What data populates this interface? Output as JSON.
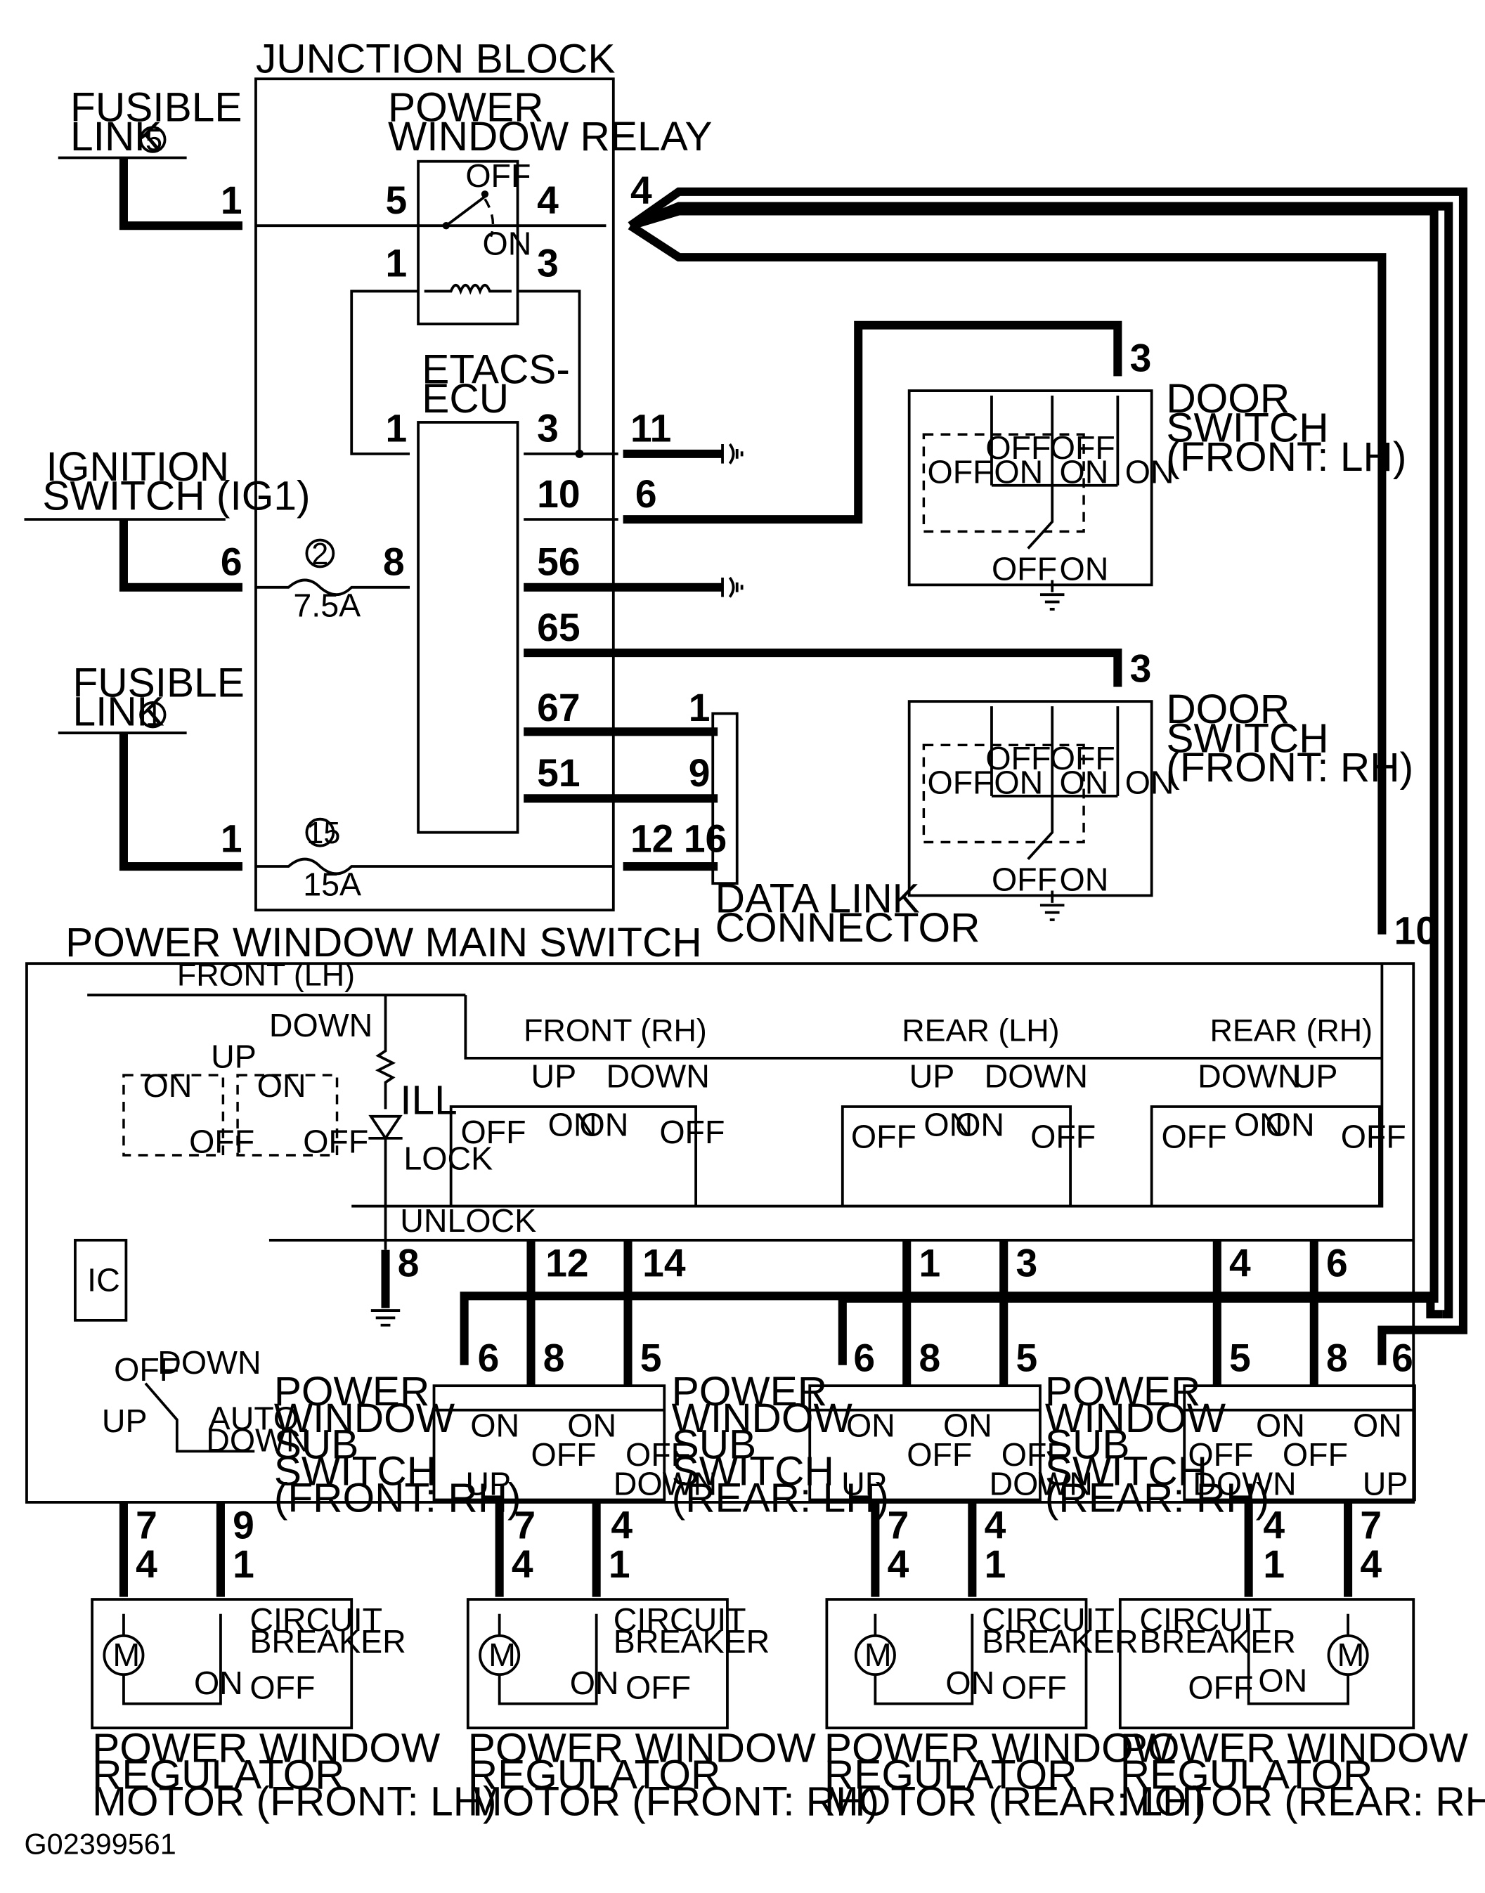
{
  "labels": {
    "junction_block": "JUNCTION BLOCK",
    "fusible_link_5_a": "FUSIBLE",
    "fusible_link_5_b": "LINK",
    "fusible_link_5_num": "5",
    "relay_a": "POWER",
    "relay_b": "WINDOW RELAY",
    "etacs_a": "ETACS-",
    "etacs_b": "ECU",
    "ign_a": "IGNITION",
    "ign_b": "SWITCH (IG1)",
    "fusible_link_1_a": "FUSIBLE",
    "fusible_link_1_b": "LINK",
    "fusible_link_1_num": "1",
    "fuse2_num": "2",
    "fuse2_val": "7.5A",
    "fuse15_num": "15",
    "fuse15_val": "15A",
    "door_lh_a": "DOOR",
    "door_lh_b": "SWITCH",
    "door_lh_c": "(FRONT: LH)",
    "door_rh_a": "DOOR",
    "door_rh_b": "SWITCH",
    "door_rh_c": "(FRONT: RH)",
    "dlc_a": "DATA LINK",
    "dlc_b": "CONNECTOR",
    "main_switch": "POWER WINDOW MAIN SWITCH",
    "front_lh": "FRONT (LH)",
    "front_rh": "FRONT (RH)",
    "rear_lh": "REAR (LH)",
    "rear_rh": "REAR (RH)",
    "ill": "ILL",
    "lock": "LOCK",
    "unlock": "UNLOCK",
    "ic": "IC",
    "auto_down_a": "AUTO",
    "auto_down_b": "DOWN",
    "sub_fr_a": "POWER",
    "sub_fr_b": "WINDOW",
    "sub_fr_c": "SUB",
    "sub_fr_d": "SWITCH",
    "sub_fr_e": "(FRONT: RH)",
    "sub_rl_e": "(REAR: LH)",
    "sub_rr_e": "(REAR: RH)",
    "cb_a": "CIRCUIT",
    "cb_b": "BREAKER",
    "motor_a": "POWER WINDOW",
    "motor_b": "REGULATOR",
    "motor_fl_c": "MOTOR (FRONT: LH)",
    "motor_fr_c": "MOTOR (FRONT: RH)",
    "motor_rl_c": "MOTOR (REAR: LH)",
    "motor_rr_c": "MOTOR (REAR: RH)",
    "m": "M",
    "code": "G02399561"
  },
  "states": {
    "on": "ON",
    "off": "OFF",
    "up": "UP",
    "down": "DOWN"
  },
  "pins": {
    "jb_fl5": "1",
    "jb_relay_in": "5",
    "jb_relay_out": "4",
    "jb_out4": "4",
    "jb_coil_l": "1",
    "jb_coil_r": "3",
    "ecu_1": "1",
    "ecu_3": "3",
    "jb_11": "11",
    "ecu_10": "10",
    "jb_6r": "6",
    "jb_ign": "6",
    "ecu_8": "8",
    "ecu_56": "56",
    "ecu_65": "65",
    "ecu_67": "67",
    "ecu_51": "51",
    "jb_fl1": "1",
    "jb_12": "12",
    "dlc_1": "1",
    "dlc_9": "9",
    "dlc_16": "16",
    "door_lh_3": "3",
    "door_rh_3": "3",
    "ms_10": "10",
    "ms_8": "8",
    "ms_12": "12",
    "ms_14": "14",
    "ms_1": "1",
    "ms_3": "3",
    "ms_4": "4",
    "ms_6": "6",
    "ms_7": "7",
    "ms_9": "9",
    "sfr_6": "6",
    "sfr_8": "8",
    "sfr_5": "5",
    "srl_6": "6",
    "srl_8": "8",
    "srl_5": "5",
    "srr_5": "5",
    "srr_8": "8",
    "srr_6": "6",
    "sfr_7": "7",
    "sfr_4": "4",
    "srl_7": "7",
    "srl_4": "4",
    "srr_4": "4",
    "srr_7": "7",
    "mfl_4": "4",
    "mfl_1": "1",
    "mfr_4": "4",
    "mfr_1": "1",
    "mrl_4": "4",
    "mrl_1": "1",
    "mrr_1": "1",
    "mrr_4": "4"
  }
}
